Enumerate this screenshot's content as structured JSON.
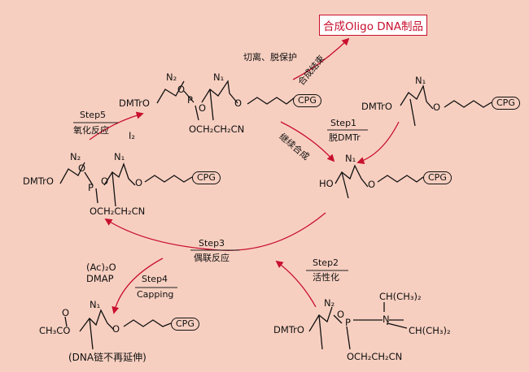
{
  "title_box": "合成Oligo DNA制品",
  "cleave": "切离、脱保护",
  "synth_end": "合成结束",
  "continue_synth": "继续合成",
  "step1": {
    "num": "Step1",
    "name": "脱DMTr"
  },
  "step2": {
    "num": "Step2",
    "name": "活性化"
  },
  "step3": {
    "num": "Step3",
    "name": "偶联反应"
  },
  "step4": {
    "num": "Step4",
    "name": "Capping",
    "reagent1": "(Ac)₂O",
    "reagent2": "DMAP"
  },
  "step5": {
    "num": "Step5",
    "name": "氧化反应",
    "reagent": "I₂"
  },
  "capped_note": "(DNA链不再延伸)",
  "labels": {
    "dmtro": "DMTrO",
    "ho": "HO",
    "o": "O",
    "p": "P",
    "n1": "N₁",
    "n2": "N₂",
    "cpg": "CPG",
    "och2": "OCH₂CH₂CN",
    "ch3co": "CH₃CO",
    "n": "N",
    "iso1": "CH(CH₃)₂",
    "iso2": "CH(CH₃)₂"
  },
  "colors": {
    "background": "#f7cfc0",
    "accent": "#c8102e"
  }
}
